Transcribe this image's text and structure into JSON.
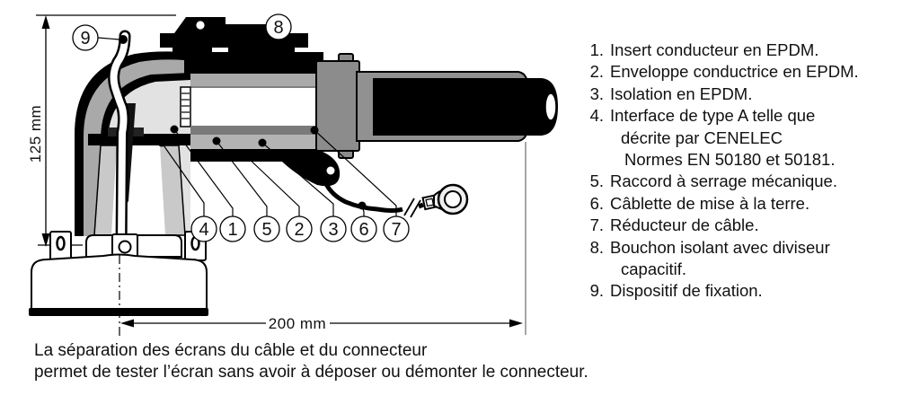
{
  "figure": {
    "type": "technical cross-section diagram of a separable elbow cable connector"
  },
  "diagram": {
    "dimensions": {
      "height_label": "125 mm",
      "width_label": "200 mm"
    },
    "callout_labels": {
      "n1": "1",
      "n2": "2",
      "n3": "3",
      "n4": "4",
      "n5": "5",
      "n6": "6",
      "n7": "7",
      "n8": "8",
      "n9": "9"
    }
  },
  "colors": {
    "body_black": "#000000",
    "epdm_gray": "#a9a9a9",
    "lower_gray": "#b3b3b3",
    "collar_gray": "#8c8c8c",
    "sleeve_gray": "#919191",
    "insert_light": "#e2e2e2",
    "cone_gray": "#c9c9c9",
    "background": "#ffffff"
  },
  "legend": {
    "items": [
      {
        "num": "1.",
        "lines": [
          "Insert conducteur en EPDM."
        ]
      },
      {
        "num": "2.",
        "lines": [
          "Enveloppe conductrice en EPDM."
        ]
      },
      {
        "num": "3.",
        "lines": [
          "Isolation en EPDM."
        ]
      },
      {
        "num": "4.",
        "lines": [
          "Interface de type A telle que",
          "décrite par CENELEC",
          "Normes EN 50180 et 50181."
        ]
      },
      {
        "num": "5.",
        "lines": [
          "Raccord à serrage mécanique."
        ]
      },
      {
        "num": "6.",
        "lines": [
          "Câblette de mise à la terre."
        ]
      },
      {
        "num": "7.",
        "lines": [
          "Réducteur de câble."
        ]
      },
      {
        "num": "8.",
        "lines": [
          "Bouchon isolant avec diviseur",
          "capacitif."
        ]
      },
      {
        "num": "9.",
        "lines": [
          "Dispositif de fixation."
        ]
      }
    ]
  },
  "caption": {
    "line1": "La séparation des écrans du câble et du connecteur",
    "line2": "permet de tester l’écran sans avoir à déposer ou démonter le connecteur."
  }
}
